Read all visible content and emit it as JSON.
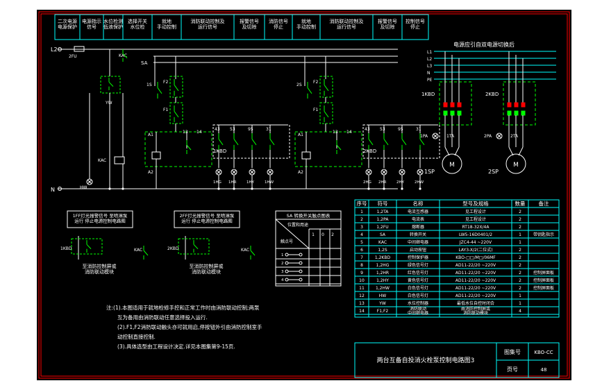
{
  "header_cells": [
    "二次电源\n电源保护",
    "电源指示\n信号",
    "水位检测\n低液保护",
    "选择开关\n水位检",
    "就地\n手动控制",
    "消防联动控制及\n运行信号",
    "报警信号\n及切除",
    "消防信号\n停止",
    "就地\n手动控制",
    "消防联动控制及\n运行信号",
    "报警信号\n及切除",
    "控制信号\n停止"
  ],
  "power_title": "电源应引自双电源切换后",
  "phase_labels": [
    "L1",
    "L2",
    "L3",
    "N",
    "PE"
  ],
  "left_labels": {
    "l2": "L2",
    "n": "N",
    "fu": "2FU",
    "kac": "KAC",
    "yw": "YW",
    "sa": "SA"
  },
  "mid_labels": {
    "s1": "1S",
    "s2": "2S",
    "f2a": "F2",
    "f1a": "F1",
    "f2b": "F2",
    "f1b": "F1",
    "kbd1": "1KBD",
    "kbd2": "2KBD",
    "kac2": "KAC",
    "hw": "HW",
    "a1": "A1",
    "a2": "A2",
    "a1b": "A1",
    "a2b": "A2",
    "n13": "13",
    "n14": "14",
    "n53": "53",
    "n95": "95",
    "n31": "31",
    "n43": "43",
    "n13b": "13",
    "n14b": "14",
    "n53b": "53",
    "n95b": "95",
    "n31b": "31",
    "n43b": "43"
  },
  "lamp_labels": [
    "1HG",
    "1HR",
    "1HY",
    "1HW",
    "2HG",
    "2HR",
    "2HY",
    "2HW"
  ],
  "motor_labels": {
    "m1": "M",
    "m2": "M",
    "sp1": "1SP",
    "sp2": "2SP",
    "kbd1": "1KBD",
    "kbd2": "2KBD",
    "pa1": "1PA",
    "pa2": "2PA",
    "ta1": "1TA",
    "ta2": "2TA"
  },
  "sub_boxes": [
    {
      "title": "1FF灯光报警信号 至喷淋泵\n运行 停止电源控制电路图",
      "tag": "1KBD",
      "kac": "KAC",
      "caption": "至消防控制屏或\n消防联动模块"
    },
    {
      "title": "2FF灯光报警信号 至喷淋泵\n运行 停止电源控制电路图",
      "tag": "2KBD",
      "kac": "KAC",
      "caption": "至消防控制屏或\n消防联动模块"
    }
  ],
  "sa_table": {
    "title": "SA 转换开关触点图表",
    "head1": "位置和用途",
    "head2": "触点号",
    "positions": [
      "1",
      "0",
      "2"
    ],
    "rows": [
      "1",
      "2",
      "3",
      "4"
    ]
  },
  "bom": {
    "headers": [
      "序号",
      "符号",
      "名称",
      "型号及规格",
      "数量",
      "备注"
    ],
    "rows": [
      [
        "1",
        "1,2TA",
        "电流互感器",
        "见工程设计",
        "2",
        ""
      ],
      [
        "2",
        "1,2PA",
        "电流表",
        "见工程设计",
        "2",
        ""
      ],
      [
        "3",
        "1,2FU",
        "熔断器",
        "RT18-32X/4A",
        "2",
        ""
      ],
      [
        "4",
        "SA",
        "转换开关",
        "LW5-16D0401/2",
        "1",
        "带钥匙指示"
      ],
      [
        "5",
        "KAC",
        "中间继电器",
        "JZC4-44 ~220V",
        "1",
        ""
      ],
      [
        "6",
        "1,2S",
        "启动按钮",
        "LAY3-X/2(二位式)",
        "2",
        ""
      ],
      [
        "7",
        "1,2KBD",
        "控制保护器",
        "KBO-□□/M□/06MF",
        "2",
        ""
      ],
      [
        "8",
        "1,2HG",
        "绿色信号灯",
        "AD11-22/20 ~220V",
        "2",
        ""
      ],
      [
        "9",
        "1,2HR",
        "红色信号灯",
        "AD11-22/20 ~220V",
        "2",
        "控制屏面板"
      ],
      [
        "10",
        "1,2HY",
        "黄色信号灯",
        "AD11-22/20 ~220V",
        "2",
        "控制屏面板"
      ],
      [
        "11",
        "1,2HW",
        "白色信号灯",
        "AD11-22/20 ~220V",
        "2",
        "控制屏面板"
      ],
      [
        "12",
        "HW",
        "白色信号灯",
        "AD11-22/20 ~220V",
        "1",
        ""
      ],
      [
        "13",
        "YW",
        "水位控制器",
        "最低水位自控时闭合",
        "1",
        ""
      ],
      [
        "14",
        "F1,F2",
        "消防联动\n中间继电器",
        "由消防控制屏或\n消防联动模块",
        "4",
        ""
      ]
    ]
  },
  "notes": [
    "注:(1).本图适用于就地检修手控和正常工作时由消防联动控制;两泵",
    "互为备用由消防联动任意选择投入运行.",
    "(2).F1,F2消防联动触头亦可就用启,停按钮外引由消防控制室手",
    "动控制直接控制.",
    "(3).具体选型由工程设计决定.详见本图集第9-15页."
  ],
  "title_block": {
    "title": "两台互备自投消火栓泵控制电路图3",
    "atlas_label": "图集号",
    "atlas_value": "KBO-CC",
    "page_label": "页号",
    "page_value": "48"
  },
  "colors": {
    "background": "#000000",
    "frame": "#ff0000",
    "wire": "#ffffff",
    "contact": "#00ff00",
    "dashed_box": "#00ff00",
    "bus_and_table": "#00ffff",
    "text": "#ffffff",
    "outer_page": "#ffffff"
  }
}
